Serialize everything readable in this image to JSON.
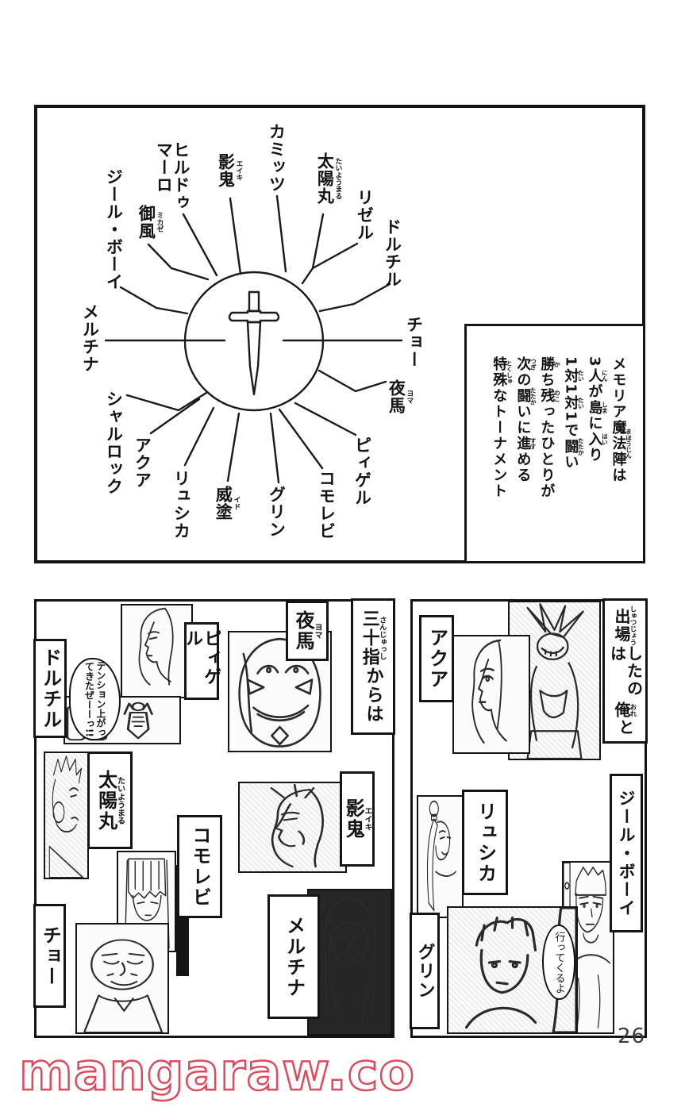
{
  "page": {
    "number": "26",
    "watermark": "mangaraw.co"
  },
  "colors": {
    "ink": "#141414",
    "watermark_pink": "#dc4a5c"
  },
  "diagram": {
    "names": [
      {
        "id": "kamittsu",
        "segments": [
          {
            "t": "カミッツ"
          }
        ]
      },
      {
        "id": "taiyoumaru",
        "segments": [
          {
            "t": "太陽丸",
            "r": "たいようまる"
          }
        ]
      },
      {
        "id": "rizeru",
        "segments": [
          {
            "t": "リゼル"
          }
        ]
      },
      {
        "id": "doruchiru",
        "segments": [
          {
            "t": "ドルチル"
          }
        ]
      },
      {
        "id": "cho",
        "segments": [
          {
            "t": "チョー"
          }
        ]
      },
      {
        "id": "yoma",
        "segments": [
          {
            "t": "夜馬",
            "r": "ヨマ"
          }
        ]
      },
      {
        "id": "pyigeru",
        "segments": [
          {
            "t": "ピィゲル"
          }
        ]
      },
      {
        "id": "komorebi",
        "segments": [
          {
            "t": "コモレビ"
          }
        ]
      },
      {
        "id": "gurin",
        "segments": [
          {
            "t": "グリン"
          }
        ]
      },
      {
        "id": "ido",
        "segments": [
          {
            "t": "威塗",
            "r": "イド"
          }
        ]
      },
      {
        "id": "ryushika",
        "segments": [
          {
            "t": "リュシカ"
          }
        ]
      },
      {
        "id": "akua",
        "segments": [
          {
            "t": "アクア"
          }
        ]
      },
      {
        "id": "sharurokku",
        "segments": [
          {
            "t": "シャルロック"
          }
        ]
      },
      {
        "id": "meruchina",
        "segments": [
          {
            "t": "メルチナ"
          }
        ]
      },
      {
        "id": "jiiru_booi",
        "segments": [
          {
            "t": "ジール・ボーイ"
          }
        ]
      },
      {
        "id": "mikaze",
        "segments": [
          {
            "t": "御風",
            "r": "ミカゼ"
          }
        ]
      },
      {
        "id": "hirudou_maaro",
        "segments": [
          {
            "t": "ヒルドゥマーロ"
          }
        ]
      },
      {
        "id": "eiki",
        "segments": [
          {
            "t": "影鬼",
            "r": "エイキ"
          }
        ]
      }
    ],
    "info_box": {
      "lines": [
        [
          {
            "t": "メモリア"
          },
          {
            "t": "魔法陣",
            "r": "まほうじん"
          },
          {
            "t": "は"
          }
        ],
        [
          {
            "t": "3"
          },
          {
            "t": "人",
            "r": "にん"
          },
          {
            "t": "が"
          },
          {
            "t": "島",
            "r": "しま"
          },
          {
            "t": "に"
          },
          {
            "t": "入",
            "r": "はい"
          },
          {
            "t": "り"
          }
        ],
        [
          {
            "t": "1"
          },
          {
            "t": "対",
            "r": "たい"
          },
          {
            "t": "1"
          },
          {
            "t": "対",
            "r": "たい"
          },
          {
            "t": "1で"
          },
          {
            "t": "闘",
            "r": "たたか"
          },
          {
            "t": "い"
          }
        ],
        [
          {
            "t": "勝",
            "r": "か"
          },
          {
            "t": "ち"
          },
          {
            "t": "残",
            "r": "のこ"
          },
          {
            "t": "ったひとりが"
          }
        ],
        [
          {
            "t": "次",
            "r": "つぎ"
          },
          {
            "t": "の"
          },
          {
            "t": "闘",
            "r": "たたか"
          },
          {
            "t": "いに"
          },
          {
            "t": "進",
            "r": "すす"
          },
          {
            "t": "める"
          }
        ],
        [
          {
            "t": "特殊",
            "r": "とくしゅ"
          },
          {
            "t": "なトーナメント"
          }
        ]
      ]
    }
  },
  "left_panel": {
    "labels": {
      "doruchiru": {
        "segments": [
          {
            "t": "ドルチル"
          }
        ]
      },
      "pyigeru": {
        "segments": [
          {
            "t": "ピィゲル"
          }
        ]
      },
      "yoma": {
        "segments": [
          {
            "t": "夜馬",
            "r": "ヨマ"
          }
        ]
      },
      "sanjusshi": {
        "segments": [
          {
            "t": "三十指",
            "r": "さんじゅっし"
          },
          {
            "t": "からは"
          }
        ]
      },
      "taiyoumaru": {
        "segments": [
          {
            "t": "太陽丸",
            "r": "たいようまる"
          }
        ]
      },
      "komorebi": {
        "segments": [
          {
            "t": "コモレビ"
          }
        ]
      },
      "eiki": {
        "segments": [
          {
            "t": "影鬼",
            "r": "エイキ"
          }
        ]
      },
      "cho": {
        "segments": [
          {
            "t": "チョー"
          }
        ]
      },
      "meruchina": {
        "segments": [
          {
            "t": "メルチナ"
          }
        ]
      }
    },
    "speech_bubble": "テンション上がってきたぜーーっ!!"
  },
  "right_panel": {
    "labels": {
      "akua": {
        "segments": [
          {
            "t": "アクア"
          }
        ]
      },
      "shutsujou": {
        "segments": [
          {
            "t": "出場",
            "r": "しゅつじょう"
          },
          {
            "t": "したのは"
          },
          {
            "t": "俺",
            "r": "おれ"
          },
          {
            "t": "と"
          }
        ]
      },
      "ryushika": {
        "segments": [
          {
            "t": "リュシカ"
          }
        ]
      },
      "jiiru_booi": {
        "segments": [
          {
            "t": "ジール・ボーイ"
          }
        ]
      },
      "gurin": {
        "segments": [
          {
            "t": "グリン"
          }
        ]
      }
    },
    "speech_bubble": "行ってくるよ"
  }
}
